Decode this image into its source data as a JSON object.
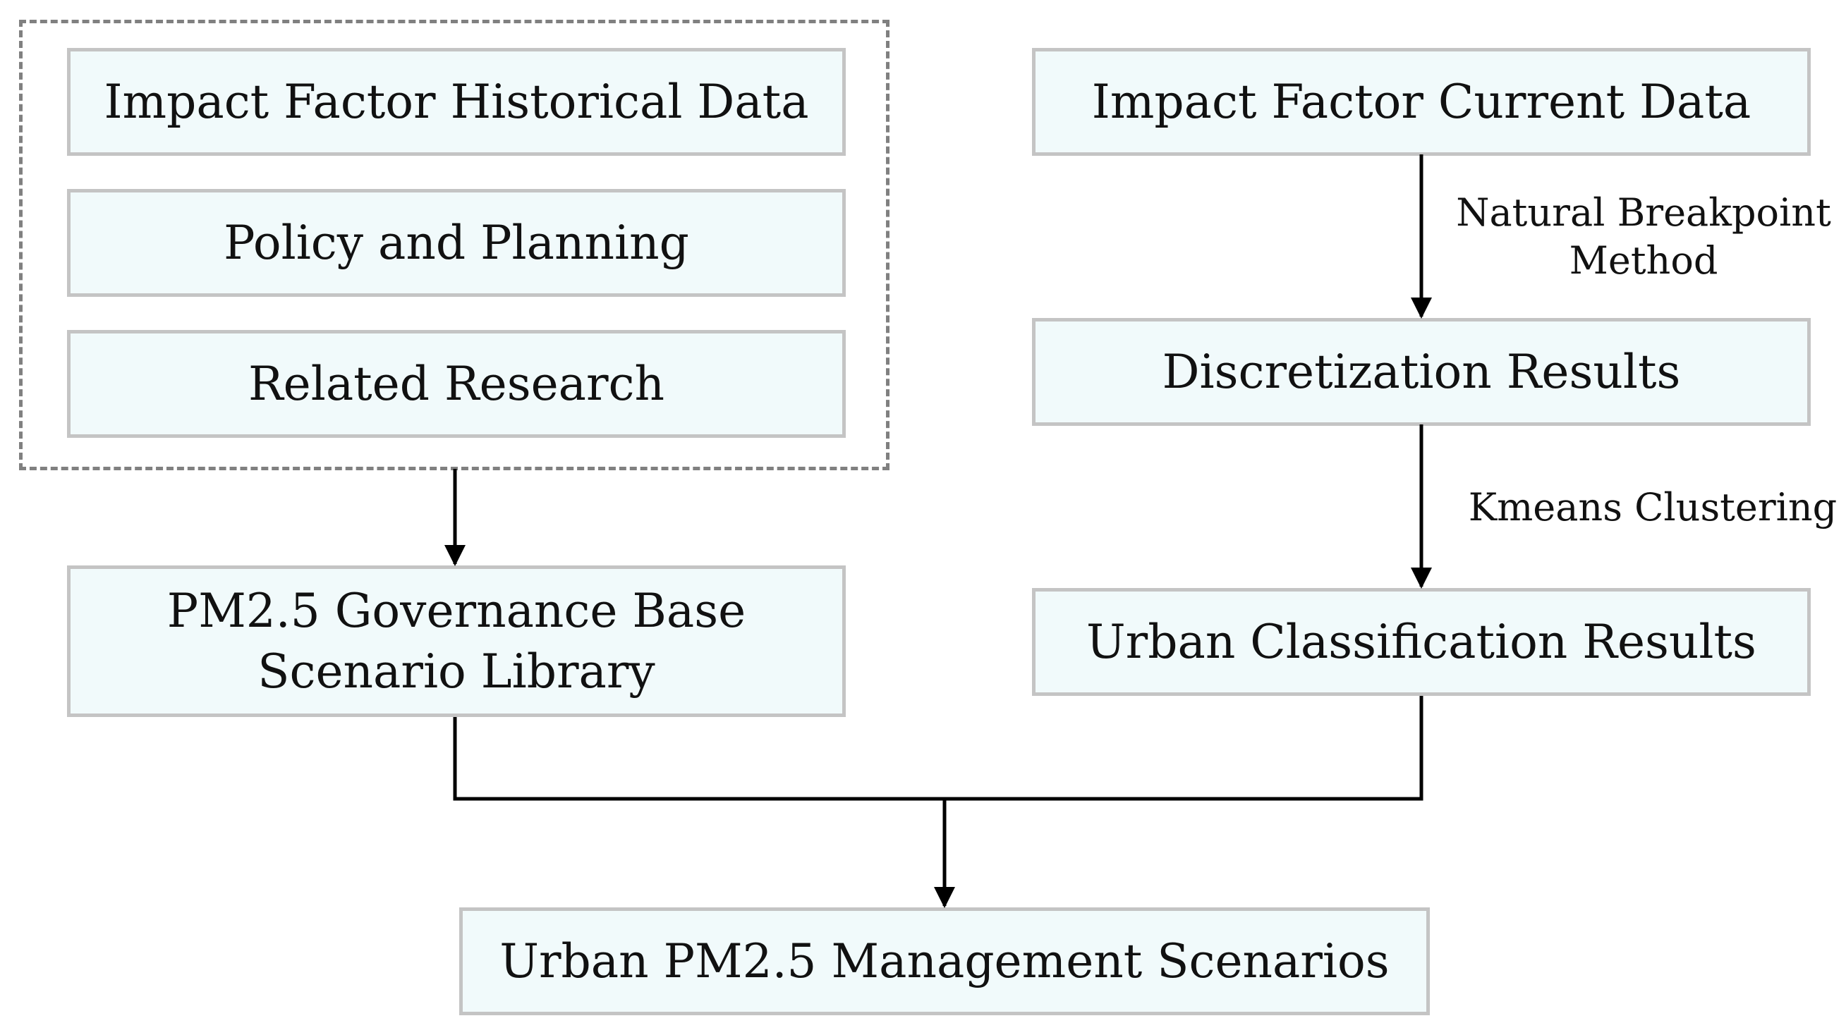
{
  "diagram": {
    "group": {
      "items": [
        {
          "label": "Impact Factor Historical Data"
        },
        {
          "label": "Policy and Planning"
        },
        {
          "label": "Related Research"
        }
      ]
    },
    "base_library": {
      "line1": "PM2.5 Governance Base",
      "line2": "Scenario Library"
    },
    "current_data": {
      "label": "Impact Factor Current Data"
    },
    "discretization": {
      "label": "Discretization Results"
    },
    "classification": {
      "label": "Urban Classification Results"
    },
    "management": {
      "label": "Urban PM2.5 Management Scenarios"
    },
    "edges": {
      "natural_breakpoint": {
        "line1": "Natural Breakpoint",
        "line2": "Method"
      },
      "kmeans": {
        "label": "Kmeans Clustering"
      }
    },
    "colors": {
      "box_fill": "#f1fafb",
      "box_border": "#c4c4c4",
      "dashed_border": "#808080",
      "arrow": "#000000",
      "text": "#111111"
    }
  }
}
